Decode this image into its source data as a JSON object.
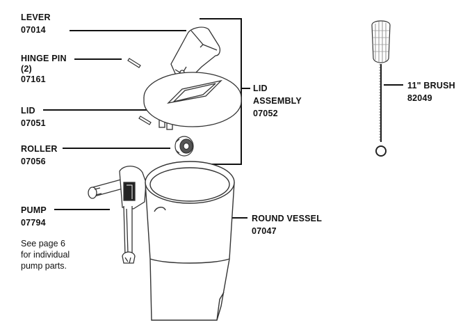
{
  "parts": {
    "lever": {
      "name": "LEVER",
      "number": "07014"
    },
    "hinge_pin": {
      "name": "HINGE PIN",
      "qty": "(2)",
      "number": "07161"
    },
    "lid": {
      "name": "LID",
      "number": "07051"
    },
    "roller": {
      "name": "ROLLER",
      "number": "07056"
    },
    "lid_assembly": {
      "name1": "LID",
      "name2": "ASSEMBLY",
      "number": "07052"
    },
    "pump": {
      "name": "PUMP",
      "number": "07794",
      "note": [
        "See page 6",
        "for individual",
        "pump parts."
      ]
    },
    "round_vessel": {
      "name": "ROUND VESSEL",
      "number": "07047"
    },
    "brush": {
      "name": "11\" BRUSH",
      "number": "82049"
    }
  }
}
